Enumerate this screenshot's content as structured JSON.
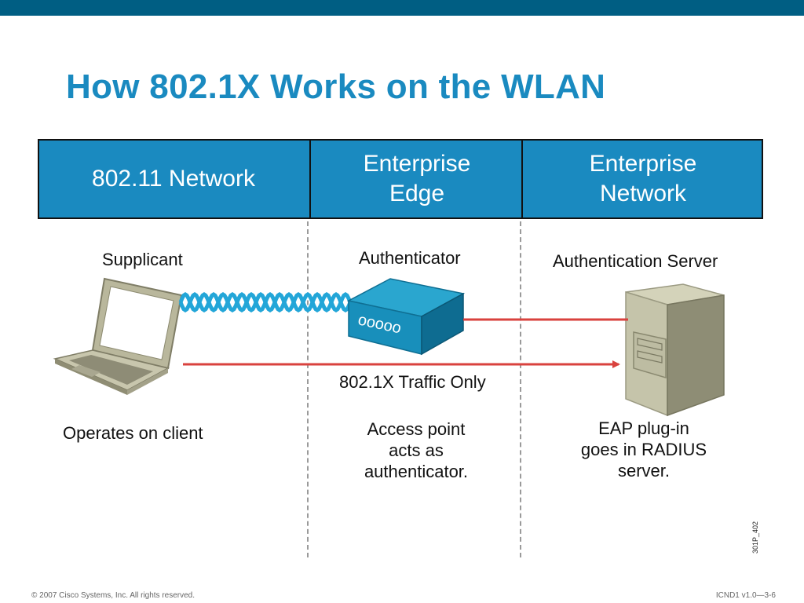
{
  "slide": {
    "title": "How 802.1X Works on the WLAN",
    "zones": [
      {
        "label": "802.11 Network"
      },
      {
        "label": "Enterprise\nEdge"
      },
      {
        "label": "Enterprise\nNetwork"
      }
    ],
    "roles": {
      "supplicant": "Supplicant",
      "authenticator": "Authenticator",
      "server": "Authentication Server"
    },
    "traffic_label": "802.1X Traffic Only",
    "descriptions": {
      "client": "Operates on client",
      "ap": "Access point\nacts as\nauthenticator.",
      "server": "EAP plug-in\ngoes in RADIUS\nserver."
    },
    "ap_ports": "ooooo",
    "figure_code": "301P_402",
    "footer_left": "© 2007 Cisco Systems, Inc. All rights reserved.",
    "footer_right": "ICND1 v1.0—3-6",
    "colors": {
      "accent": "#1a8ac0",
      "topbar": "#005e83",
      "arrow": "#d9423e"
    }
  }
}
